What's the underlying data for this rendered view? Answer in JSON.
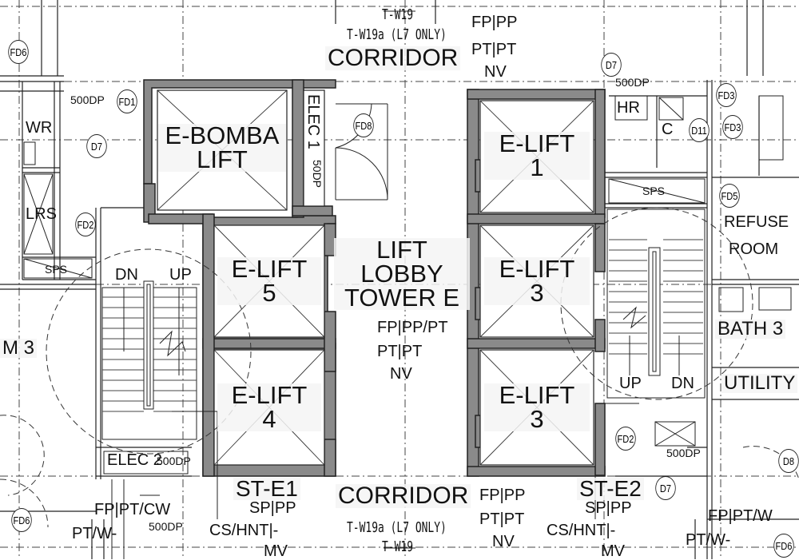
{
  "corridor_top": {
    "title": "CORRIDOR",
    "door_tag": "T-W19",
    "door_note": "T-W19a (L7 ONLY)",
    "finish_top": "FP|PP",
    "finish_mid": "PT|PT",
    "finish_bottom": "NV"
  },
  "corridor_bottom": {
    "title": "CORRIDOR",
    "door_tag": "T-W19",
    "door_note": "T-W19a (L7 ONLY)",
    "finish_top": "FP|PP",
    "finish_mid": "PT|PT",
    "finish_bottom": "NV"
  },
  "lobby": {
    "line1": "LIFT",
    "line2": "LOBBY",
    "line3": "TOWER E",
    "finish_top": "FP|PP/PT",
    "finish_mid": "PT|PT",
    "finish_bottom": "NV"
  },
  "lifts": {
    "bomba": {
      "line1": "E-BOMBA",
      "line2": "LIFT"
    },
    "e5": {
      "line1": "E-LIFT",
      "line2": "5"
    },
    "e4": {
      "line1": "E-LIFT",
      "line2": "4"
    },
    "e1": {
      "line1": "E-LIFT",
      "line2": "1"
    },
    "e3a": {
      "line1": "E-LIFT",
      "line2": "3"
    },
    "e3b": {
      "line1": "E-LIFT",
      "line2": "3"
    }
  },
  "rooms": {
    "elec1": "ELEC 1",
    "elec1_size": "50DP",
    "elec2": "ELEC 2",
    "elec2_size": "500DP",
    "wr": "WR",
    "lrs": "LRS",
    "sps_left": "SPS",
    "sps_right": "SPS",
    "refuse1": "REFUSE",
    "refuse2": "ROOM",
    "bath": "BATH 3",
    "utility": "UTILITY",
    "room_left": "M 3",
    "hr": "HR",
    "c": "C"
  },
  "stairs": {
    "st_e1": "ST-E1",
    "st_e2": "ST-E2",
    "dn_left": "DN",
    "up_left": "UP",
    "up_right": "UP",
    "dn_right": "DN",
    "st_e1_fin_top": "SP|PP",
    "st_e1_fin_mid": "CS/HNT|-",
    "st_e1_fin_bot": "MV",
    "st_e2_fin_top": "SP|PP",
    "st_e2_fin_mid": "CS/HNT|-",
    "st_e2_fin_bot": "MV"
  },
  "left_bottom_finish": {
    "top": "FP|PT/CW",
    "mid": "PT/W-"
  },
  "right_bottom_finish": {
    "top": "FP|PT/W",
    "mid": "PT/W-"
  },
  "door_sizes": {
    "d1": "500DP",
    "d2": "500DP",
    "d3": "500DP",
    "d4": "500DP"
  },
  "tags": {
    "fd6a": "FD6",
    "fd1": "FD1",
    "d7a": "D7",
    "fd2a": "FD2",
    "fd8": "FD8",
    "d7b": "D7",
    "fd3a": "FD3",
    "d11": "D11",
    "fd3b": "FD3",
    "fd5": "FD5",
    "fd2b": "FD2",
    "d7c": "D7",
    "fd6b": "FD6",
    "fd6c": "FD6",
    "d8": "D8"
  }
}
